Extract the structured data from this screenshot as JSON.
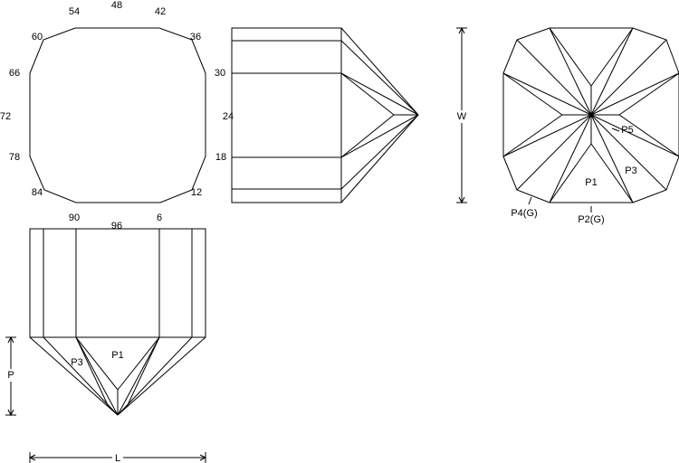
{
  "index_labels": {
    "i48": "48",
    "i54": "54",
    "i42": "42",
    "i60": "60",
    "i36": "36",
    "i66": "66",
    "i30": "30",
    "i72": "72",
    "i24": "24",
    "i78": "78",
    "i18": "18",
    "i84": "84",
    "i12": "12",
    "i90": "90",
    "i6": "6",
    "i96": "96"
  },
  "facet_labels": {
    "p1_top": "P1",
    "p3_top": "P3",
    "p5_top": "P5",
    "p4g": "P4(G)",
    "p2g": "P2(G)",
    "p1_side": "P1",
    "p3_side": "P3"
  },
  "dimensions": {
    "width": "W",
    "pavilion": "P",
    "length": "L"
  }
}
